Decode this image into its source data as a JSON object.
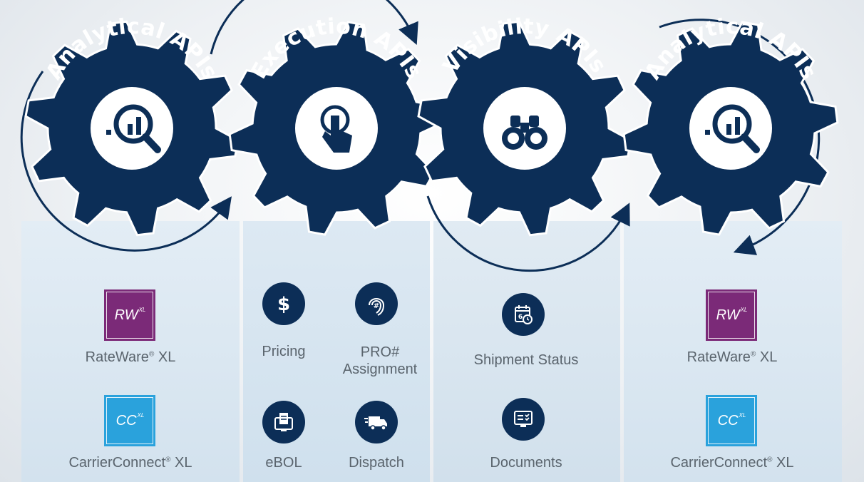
{
  "gears": [
    {
      "title": "Analytical APIs",
      "icon": "analytics-magnifier-icon"
    },
    {
      "title": "Execution APIs",
      "icon": "pointer-finger-icon"
    },
    {
      "title": "Visibility APIs",
      "icon": "binoculars-icon"
    },
    {
      "title": "Analytical APIs",
      "icon": "analytics-magnifier-icon"
    }
  ],
  "columns": {
    "analytical_1": {
      "rateware": {
        "tile_text": "RW",
        "tile_sup": "XL",
        "name": "RateWare",
        "mark": "®",
        "suffix": " XL"
      },
      "carrierconnect": {
        "tile_text": "CC",
        "tile_sup": "XL",
        "name": "CarrierConnect",
        "mark": "®",
        "suffix": " XL"
      }
    },
    "execution": {
      "items": [
        {
          "label": "Pricing",
          "icon": "dollar-icon"
        },
        {
          "label": "PRO#",
          "label2": "Assignment",
          "icon": "fingerprint-hash-icon"
        },
        {
          "label": "eBOL",
          "icon": "document-monitor-icon"
        },
        {
          "label": "Dispatch",
          "icon": "delivery-truck-icon"
        }
      ]
    },
    "visibility": {
      "items": [
        {
          "label": "Shipment Status",
          "icon": "calendar-clock-icon"
        },
        {
          "label": "Documents",
          "icon": "checklist-monitor-icon"
        }
      ]
    },
    "analytical_2": {
      "rateware": {
        "tile_text": "RW",
        "tile_sup": "XL",
        "name": "RateWare",
        "mark": "®",
        "suffix": " XL"
      },
      "carrierconnect": {
        "tile_text": "CC",
        "tile_sup": "XL",
        "name": "CarrierConnect",
        "mark": "®",
        "suffix": " XL"
      }
    }
  },
  "colors": {
    "navy": "#0c2e57",
    "rateware_purple": "#7b2a78",
    "carrierconnect_blue": "#2aa2dc",
    "label_gray": "#5a646d"
  }
}
